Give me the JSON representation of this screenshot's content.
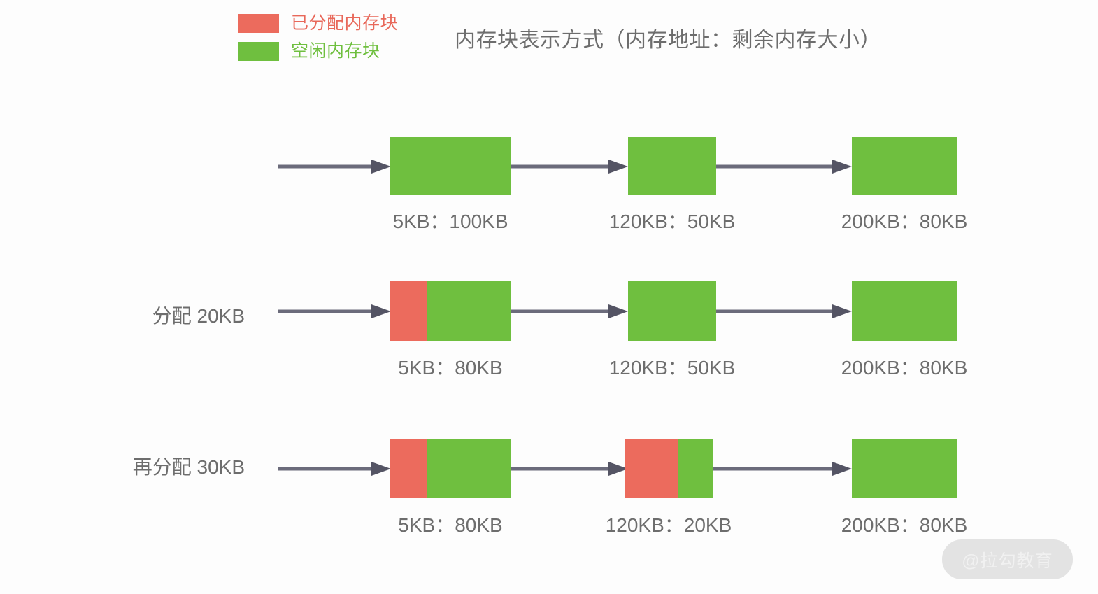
{
  "legend": {
    "items": [
      {
        "label": "已分配内存块",
        "color": "#ec6b5d",
        "kind": "allocated"
      },
      {
        "label": "空闲内存块",
        "color": "#6fbf3f",
        "kind": "free"
      }
    ]
  },
  "title": "内存块表示方式（内存地址：剩余内存大小）",
  "rows": [
    {
      "label": "",
      "blocks": [
        {
          "caption": "5KB：100KB",
          "used_pct": 0,
          "free_pct": 100
        },
        {
          "caption": "120KB：50KB",
          "used_pct": 0,
          "free_pct": 100
        },
        {
          "caption": "200KB：80KB",
          "used_pct": 0,
          "free_pct": 100
        }
      ]
    },
    {
      "label": "分配 20KB",
      "blocks": [
        {
          "caption": "5KB：80KB",
          "used_pct": 31,
          "free_pct": 69
        },
        {
          "caption": "120KB：50KB",
          "used_pct": 0,
          "free_pct": 100
        },
        {
          "caption": "200KB：80KB",
          "used_pct": 0,
          "free_pct": 100
        }
      ]
    },
    {
      "label": "再分配 30KB",
      "blocks": [
        {
          "caption": "5KB：80KB",
          "used_pct": 31,
          "free_pct": 69
        },
        {
          "caption": "120KB：20KB",
          "used_pct": 60,
          "free_pct": 40
        },
        {
          "caption": "200KB：80KB",
          "used_pct": 0,
          "free_pct": 100
        }
      ]
    }
  ],
  "watermark": "@拉勾教育",
  "colors": {
    "allocated": "#ec6b5d",
    "free": "#6fbf3f",
    "arrow": "#6b6b7b",
    "text": "#6d6d6d",
    "background": "#fdfdfd"
  }
}
